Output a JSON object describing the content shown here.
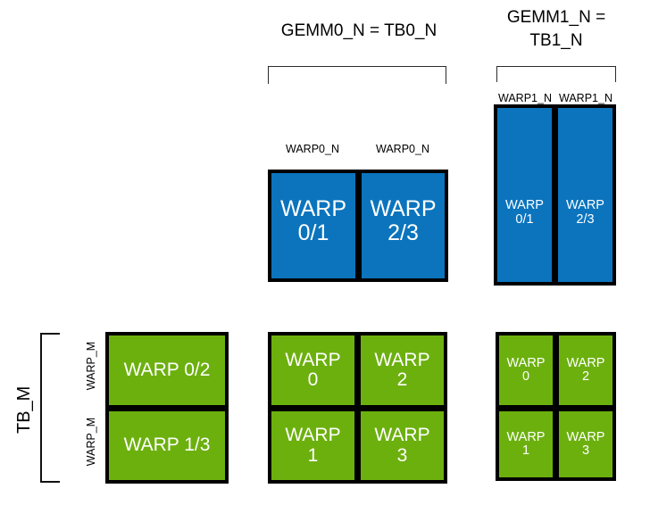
{
  "diagram": {
    "title_gemm0": "GEMM0_N = TB0_N",
    "title_gemm1": "GEMM1_N =\nTB1_N",
    "axis_tb_m": "TB_M",
    "labels": {
      "warp0_n": "WARP0_N",
      "warp1_n": "WARP1_N",
      "warp_m": "WARP_M"
    },
    "colors": {
      "blue": "#0b74bd",
      "green": "#6cb00e",
      "outline": "#000000",
      "bracket": "#2b2b2b",
      "text_on_tile": "#ffffff",
      "background": "#ffffff"
    },
    "blocks": {
      "blue_gemm0": {
        "column_labels": [
          "WARP0_N",
          "WARP0_N"
        ],
        "cells": [
          "WARP\n0/1",
          "WARP\n2/3"
        ]
      },
      "blue_gemm1": {
        "column_labels": [
          "WARP1_N",
          "WARP1_N"
        ],
        "cells": [
          "WARP\n0/1",
          "WARP\n2/3"
        ]
      },
      "green_left": {
        "row_labels": [
          "WARP_M",
          "WARP_M"
        ],
        "cells": [
          "WARP 0/2",
          "WARP 1/3"
        ]
      },
      "green_middle": {
        "cells": [
          [
            "WARP\n0",
            "WARP\n2"
          ],
          [
            "WARP\n1",
            "WARP\n3"
          ]
        ]
      },
      "green_right": {
        "cells": [
          [
            "WARP\n0",
            "WARP\n2"
          ],
          [
            "WARP\n1",
            "WARP\n3"
          ]
        ]
      }
    }
  }
}
